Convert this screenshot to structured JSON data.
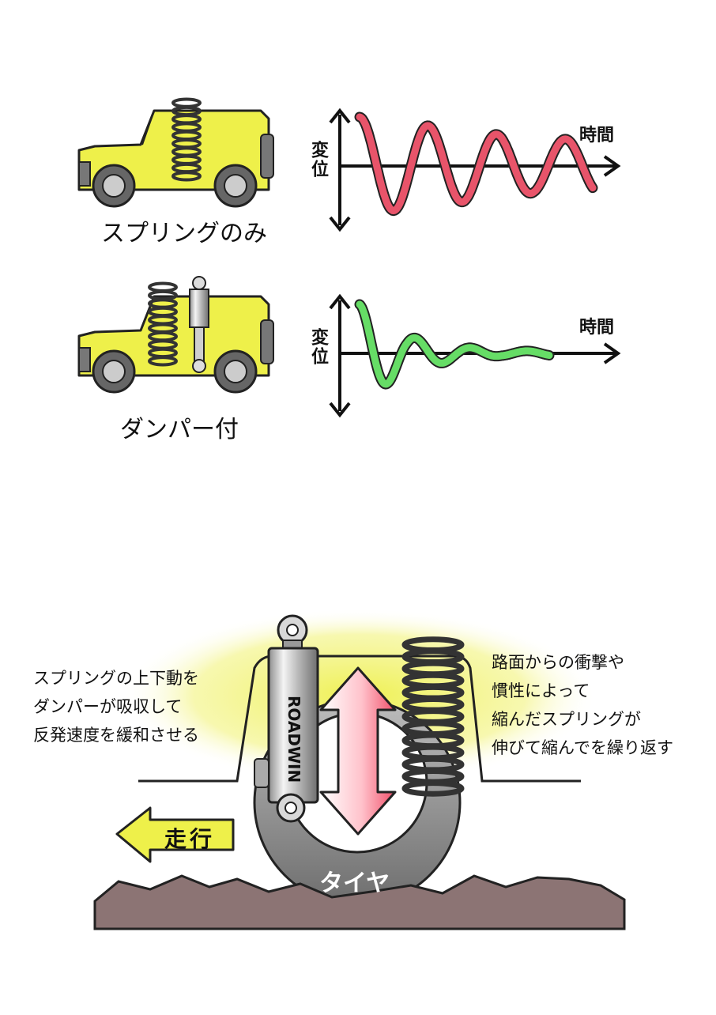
{
  "section1": {
    "caption": "スプリングのみ",
    "axis_y": "変位",
    "axis_x": "時間",
    "wave": {
      "amplitude_profile": [
        1.0,
        0.85,
        0.7,
        0.55
      ],
      "cycles": 4,
      "color": "#e8546a"
    }
  },
  "section2": {
    "caption": "ダンパー付",
    "axis_y": "変位",
    "axis_x": "時間",
    "wave": {
      "amplitude_profile": [
        1.0,
        0.35,
        0.15,
        0.05
      ],
      "cycles": 4,
      "color": "#66dd66"
    }
  },
  "diagram": {
    "left_note": [
      "スプリングの上下動を",
      "ダンパーが吸収して",
      "反発速度を緩和させる"
    ],
    "right_note": [
      "路面からの衝撃や",
      "慣性によって",
      "縮んだスプリングが",
      "伸びて縮んでを繰り返す"
    ],
    "damper_brand": "ROADWIN",
    "tire_label": "タイヤ",
    "travel_label": "走行"
  },
  "colors": {
    "car_body": "#eef04a",
    "highlight": "#f2f37a",
    "arrow_red": "#f0506a",
    "ground": "#8c7474",
    "tire": "#8a8a8a"
  }
}
